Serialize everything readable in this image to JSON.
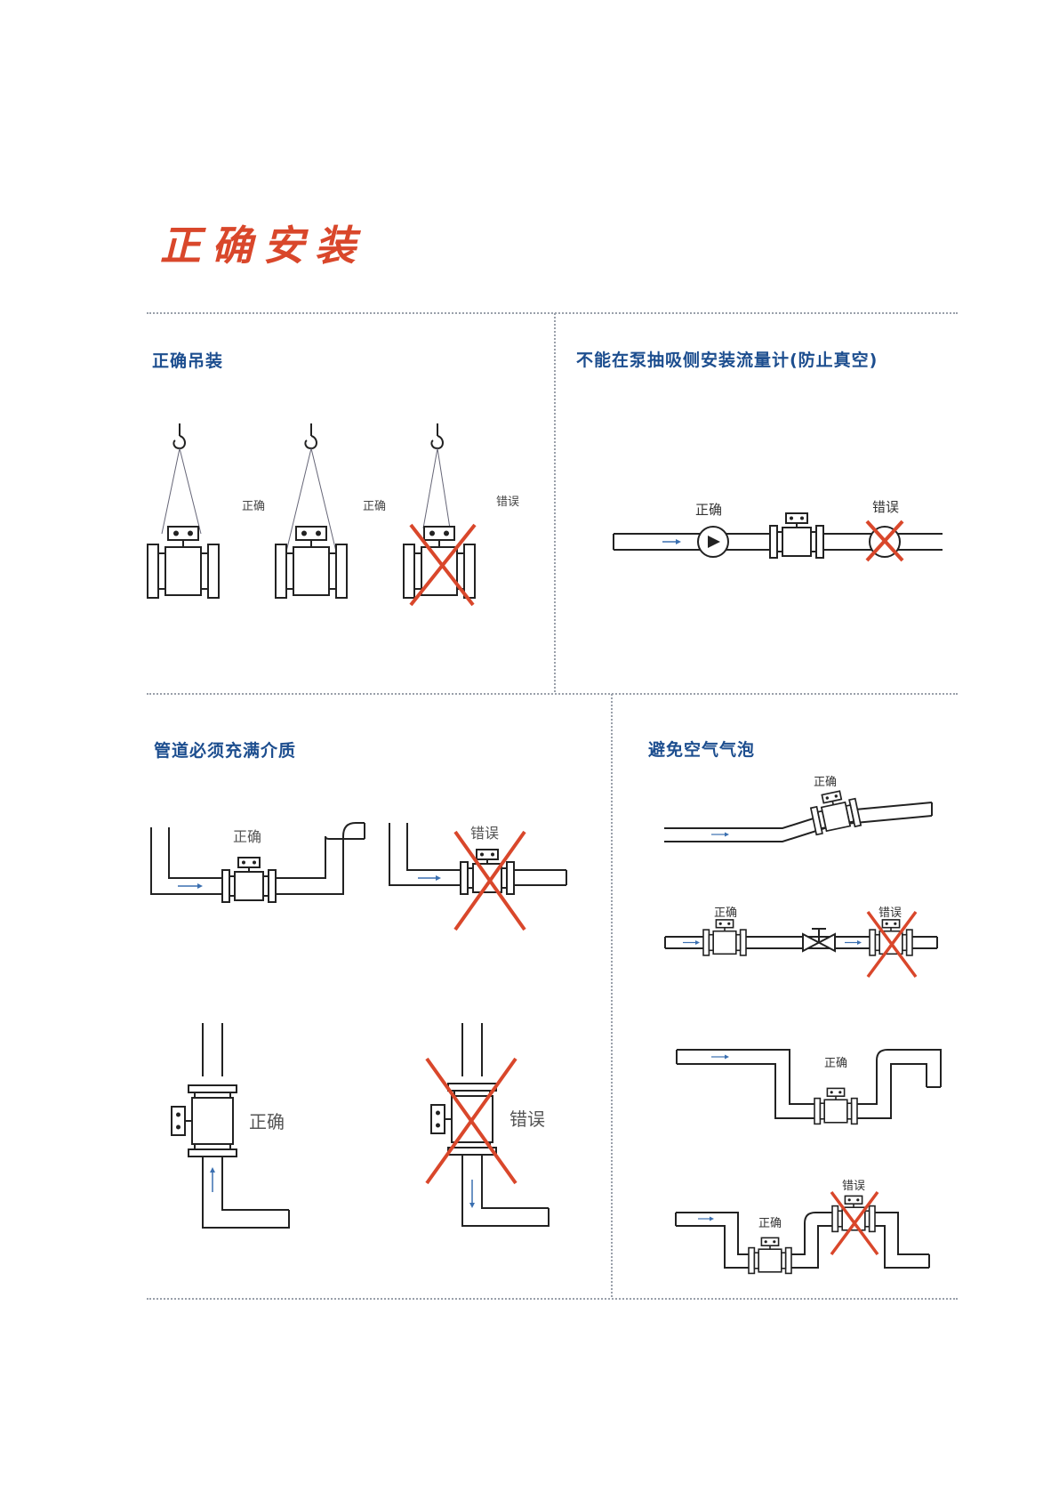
{
  "page_title": "正确安装",
  "colors": {
    "title": "#d9472b",
    "section_title": "#1d4e8f",
    "cross": "#d9472b",
    "line": "#222222",
    "flow_arrow": "#3a6fb0"
  },
  "sections": {
    "lifting": {
      "title": "正确吊装",
      "labels": [
        "正确",
        "正确",
        "错误"
      ]
    },
    "pump": {
      "title": "不能在泵抽吸侧安装流量计(防止真空)",
      "label_correct": "正确",
      "label_wrong": "错误"
    },
    "full_pipe": {
      "title": "管道必须充满介质",
      "labels": [
        "正确",
        "错误",
        "正确",
        "错误"
      ]
    },
    "bubbles": {
      "title": "避免空气气泡",
      "labels": [
        "正确",
        "正确",
        "错误",
        "正确",
        "正确",
        "错误"
      ]
    }
  }
}
